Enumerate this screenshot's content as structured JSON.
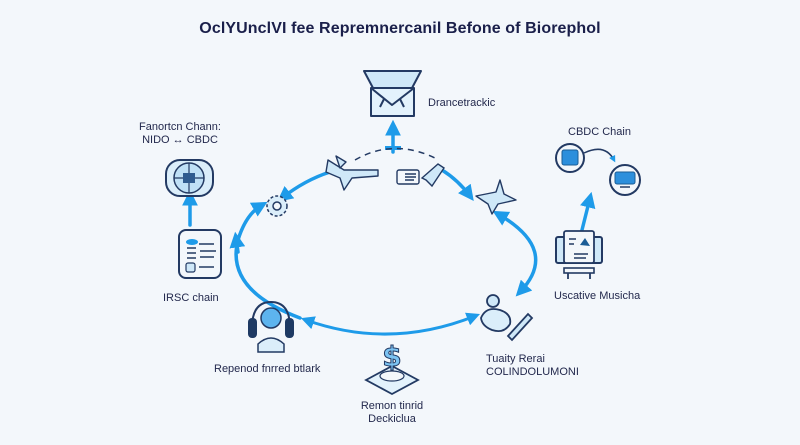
{
  "title": "OclYUnclVI fee Repremnercanil Befone of Biorephol",
  "colors": {
    "accent": "#1e9be9",
    "outline": "#233a63",
    "fill_light": "#cfe8f8",
    "text": "#1a1f4a",
    "background": "#f3f7fb"
  },
  "nodes": [
    {
      "id": "top",
      "icon": "envelope-icon",
      "label": "Drancetrackic"
    },
    {
      "id": "top-left",
      "icon": "network-globe-icon",
      "label_line1": "Fanortcn Chann:",
      "label_line2": "NIDO ↔ CBDC"
    },
    {
      "id": "top-right",
      "icon": "cbdc-chain-icon",
      "label": "CBDC Chain"
    },
    {
      "id": "left",
      "icon": "document-list-icon",
      "label": "IRSC chain"
    },
    {
      "id": "right",
      "icon": "monitor-dashboard-icon",
      "label": "Uscative Musicha"
    },
    {
      "id": "bottom-left",
      "icon": "headset-robot-icon",
      "label": "Repenod fnrred btlark"
    },
    {
      "id": "bottom-right",
      "icon": "hand-token-icon",
      "label_line1": "Tuaity Rerai",
      "label_line2": "COLINDOLUMONI"
    },
    {
      "id": "bottom",
      "icon": "dollar-icon",
      "label_line1": "Remon tinrid",
      "label_line2": "Deckiclua"
    }
  ],
  "cycle_icons": [
    "gear-icon",
    "airplane-left-icon",
    "card-transfer-icon",
    "airplane-right-icon"
  ]
}
